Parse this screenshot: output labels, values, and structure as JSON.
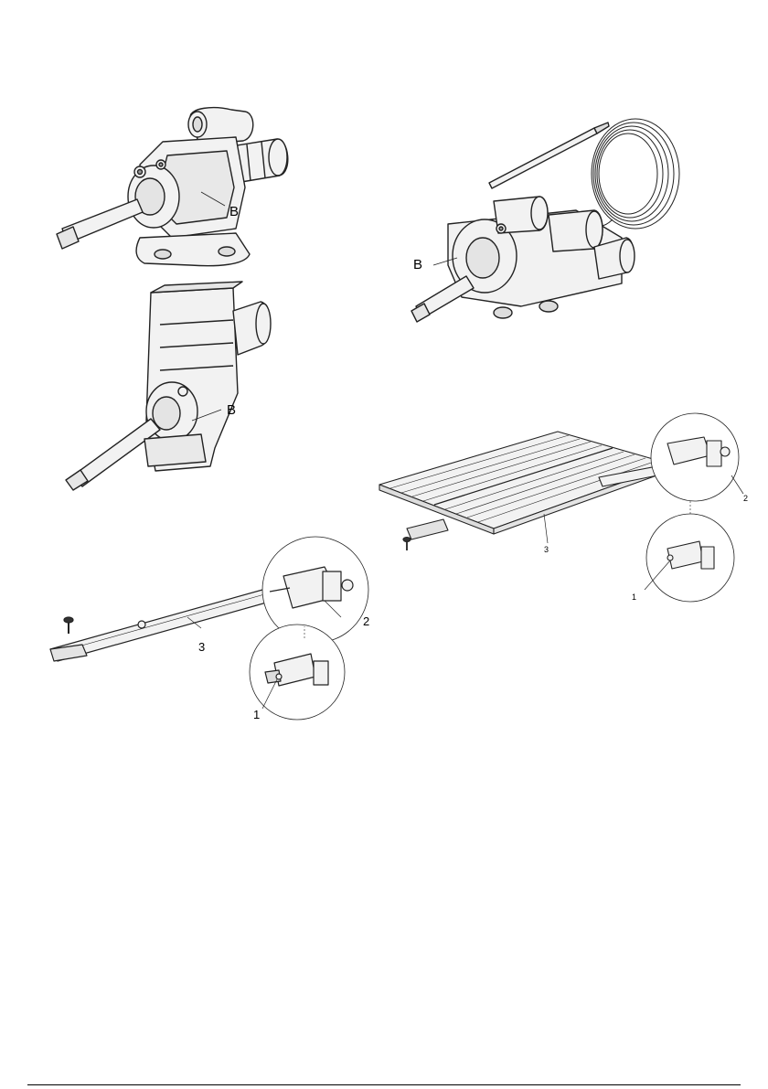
{
  "callouts": {
    "valve_a": "B",
    "valve_b": "B",
    "valve_thermo": "B",
    "burner_small": {
      "injector": "1",
      "holder": "2",
      "burner": "3"
    },
    "burner_large": {
      "injector": "1",
      "holder": "2",
      "burner": "3"
    }
  }
}
